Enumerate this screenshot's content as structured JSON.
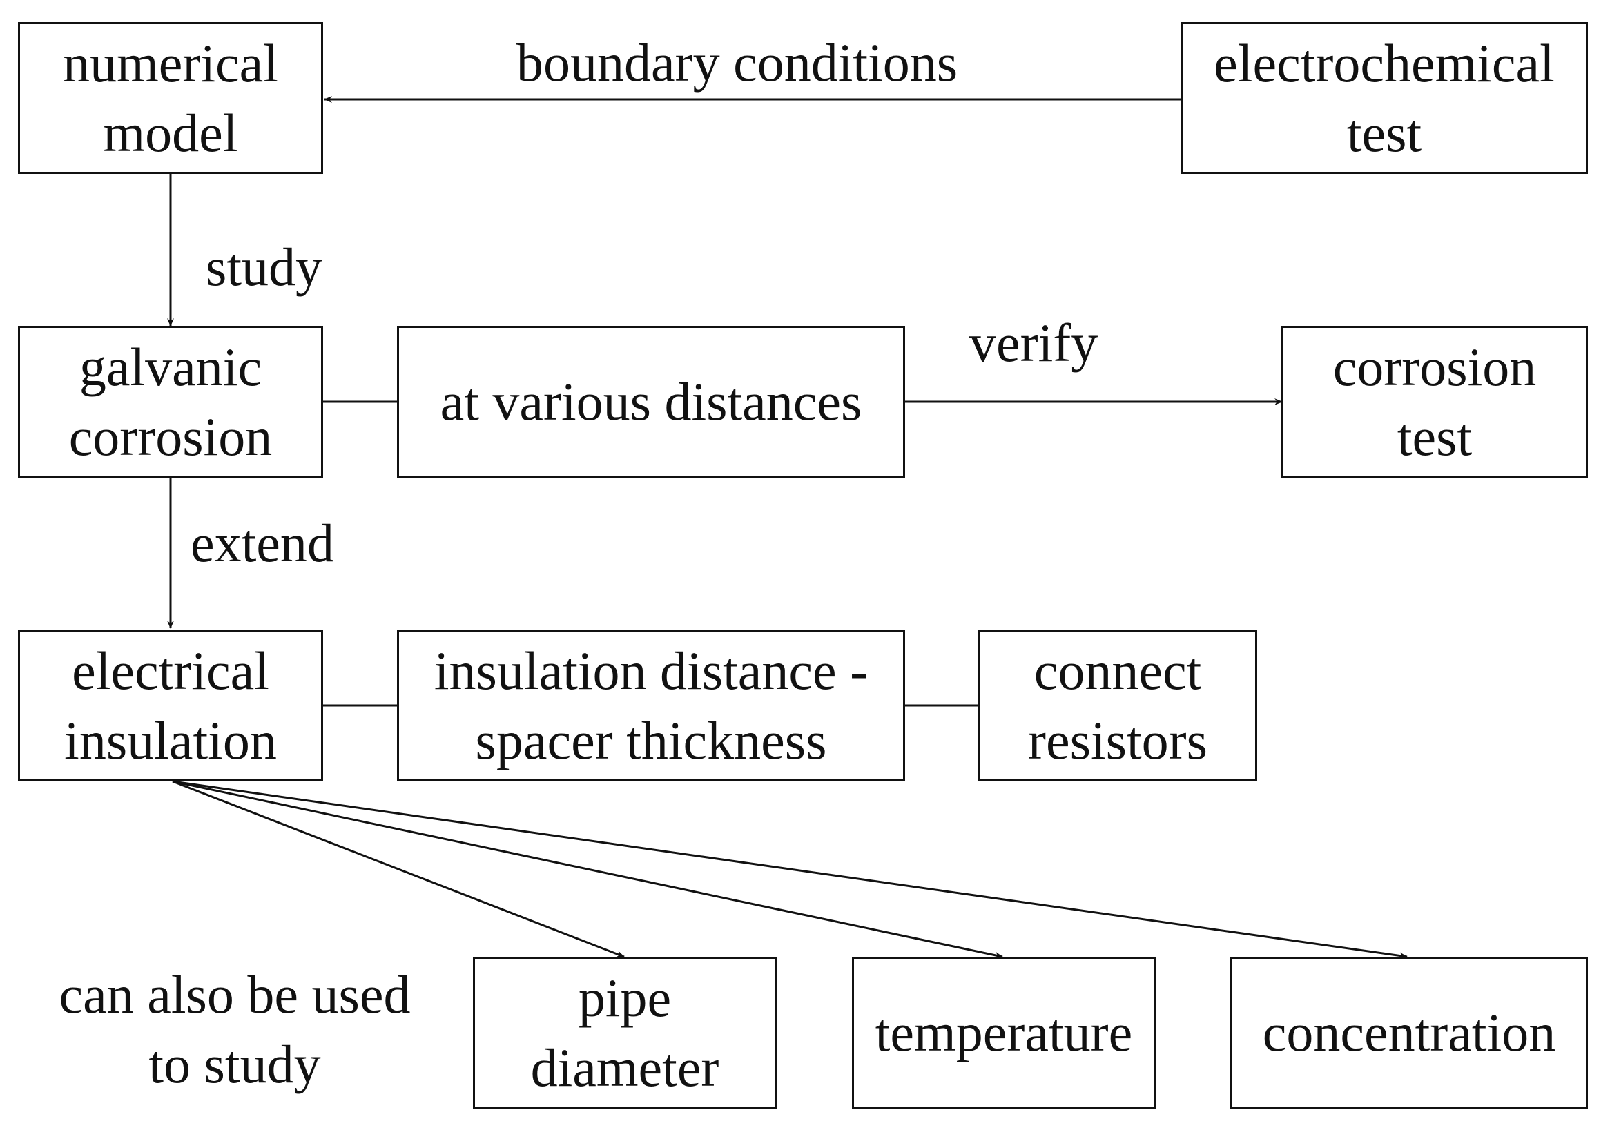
{
  "nodes": {
    "numerical_model": [
      "numerical",
      "model"
    ],
    "electrochemical_test": [
      "electrochemical",
      "test"
    ],
    "galvanic_corrosion": [
      "galvanic",
      "corrosion"
    ],
    "various_distances": [
      "at various distances"
    ],
    "corrosion_test": [
      "corrosion",
      "test"
    ],
    "electrical_insulation": [
      "electrical",
      "insulation"
    ],
    "insulation_distance": [
      "insulation distance -",
      "spacer thickness"
    ],
    "connect_resistors": [
      "connect",
      "resistors"
    ],
    "pipe_diameter": [
      "pipe",
      "diameter"
    ],
    "temperature": [
      "temperature"
    ],
    "concentration": [
      "concentration"
    ]
  },
  "edge_labels": {
    "boundary_conditions": "boundary conditions",
    "study": "study",
    "verify": "verify",
    "extend": "extend",
    "also_used": [
      "can also be used",
      "to study"
    ]
  }
}
